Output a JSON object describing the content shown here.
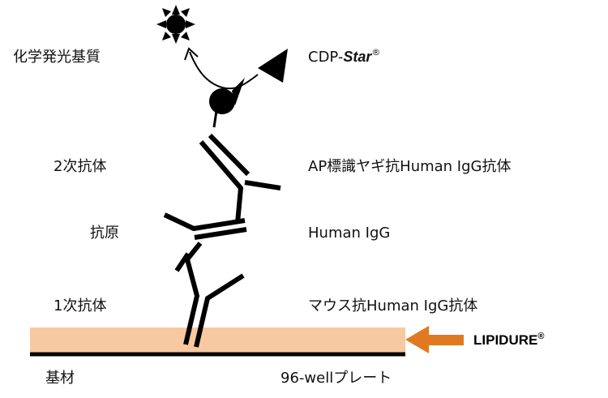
{
  "labels": {
    "substrate_chem": "化学発光基質",
    "cdp_prefix": "CDP-",
    "cdp_star": "Star",
    "reg_mark": "®",
    "secondary_antibody": "2次抗体",
    "secondary_desc": "AP標識ヤギ抗Human IgG抗体",
    "antigen": "抗原",
    "antigen_desc": "Human IgG",
    "primary_antibody": "1次抗体",
    "primary_desc": "マウス抗Human IgG抗体",
    "base_material": "基材",
    "plate": "96-wellプレート",
    "lipidure": "LIPIDURE",
    "lipidure_reg": "®"
  },
  "colors": {
    "coating": "#f8c9a0",
    "arrow": "#e07a22",
    "ink": "#000000"
  },
  "icons": {
    "sun": "sun-icon",
    "triangle": "substrate-triangle-icon",
    "enzyme": "enzyme-ap-icon"
  }
}
